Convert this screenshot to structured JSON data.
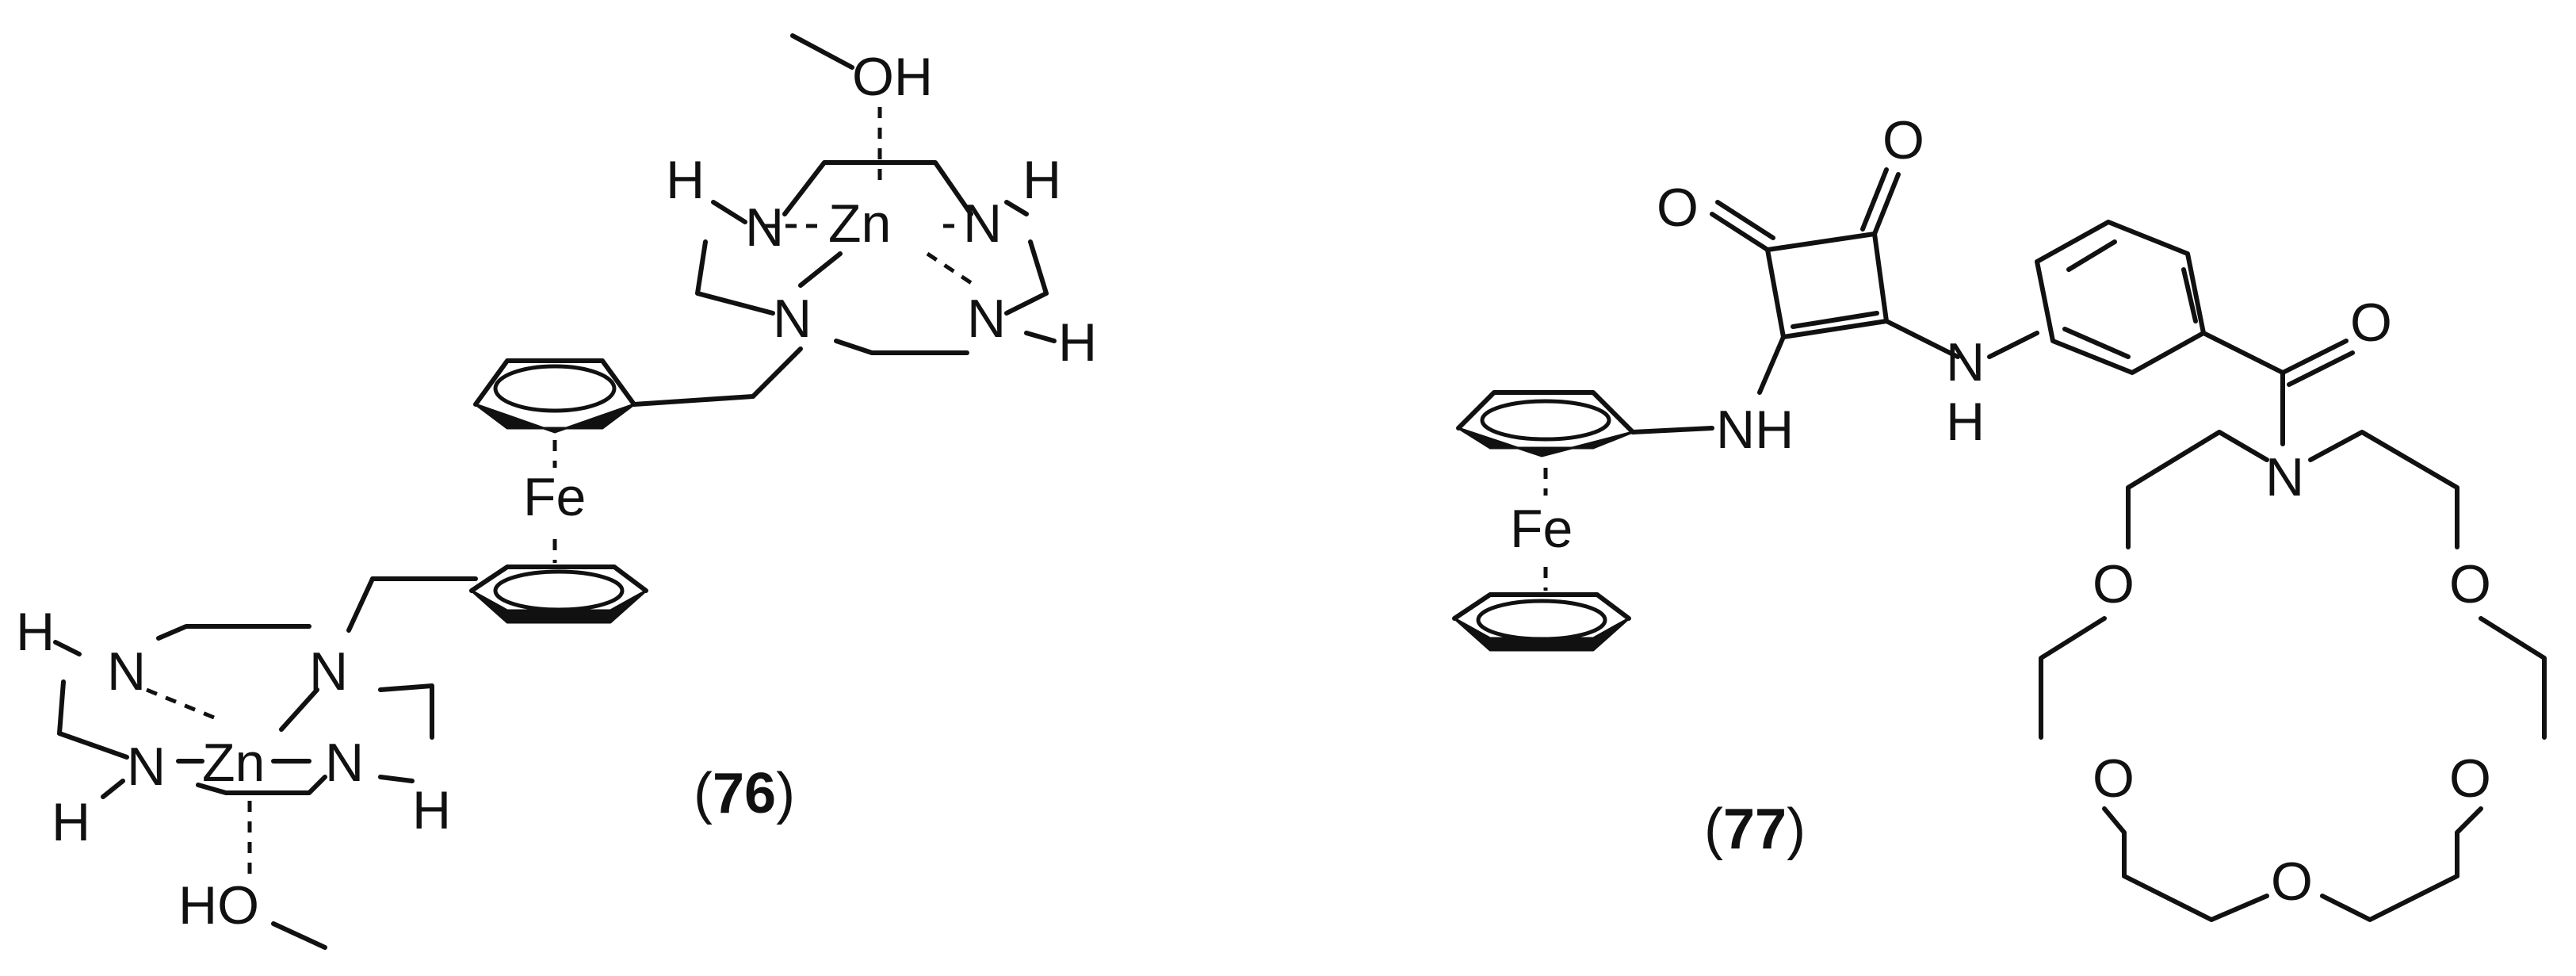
{
  "figure": {
    "compound_76": {
      "label_prefix": "(",
      "label_number": "76",
      "label_suffix": ")",
      "atoms": {
        "top_oh": "OH",
        "top_zn": "Zn",
        "top_n_ul": "N",
        "top_n_ur": "N",
        "top_n_ll": "N",
        "top_n_lr": "N",
        "top_h_ul": "H",
        "top_h_ur": "H",
        "top_h_lr": "H",
        "fe": "Fe",
        "bot_n_ul": "N",
        "bot_n_ur": "N",
        "bot_n_ll": "N",
        "bot_n_lr": "N",
        "bot_zn": "Zn",
        "bot_h_ul": "H",
        "bot_h_ll": "H",
        "bot_h_lr": "H",
        "bot_ho": "HO"
      }
    },
    "compound_77": {
      "label_prefix": "(",
      "label_number": "77",
      "label_suffix": ")",
      "atoms": {
        "o_left": "O",
        "o_top": "O",
        "nh_left": "NH",
        "n_mid": "N",
        "h_mid": "H",
        "fe": "Fe",
        "o_amide": "O",
        "n_crown": "N",
        "o1": "O",
        "o2": "O",
        "o3": "O",
        "o4": "O",
        "o5": "O"
      }
    }
  }
}
